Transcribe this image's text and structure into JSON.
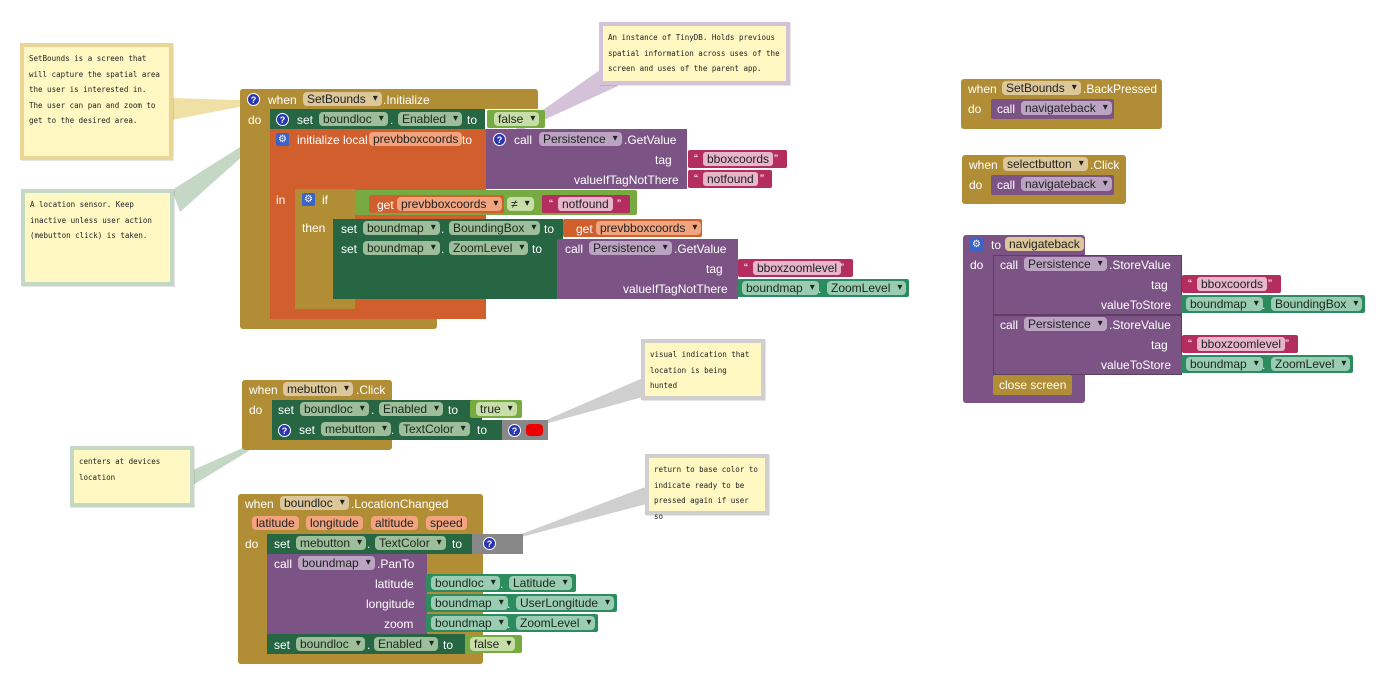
{
  "colors": {
    "control": "#b18e35",
    "component_setter": "#266643",
    "procedure_call": "#7c5385",
    "local_variable": "#d05f2d",
    "logic": "#77ab41",
    "text": "#b32d5e",
    "component_getter": "#2d8c5d",
    "color_value": "#ee0000",
    "help_icon": "#2a35b0",
    "mutator_icon": "#3d63c9"
  },
  "icons": {
    "help": "question-mark-icon",
    "mutator": "gear-icon",
    "dropdown": "chevron-down-icon"
  },
  "comments": {
    "setbounds": "SetBounds is a screen that will capture the spatial area the user is interested in. The user can pan and zoom to get to the desired area.",
    "location_sensor": "A location sensor.  Keep inactive unless user action (mebutton click) is taken.",
    "tinydb": "An instance of TinyDB.  Holds previous spatial information across uses of the screen and uses of the parent app.",
    "visual_indication": "visual indication that location is being hunted",
    "centers": "centers at devices location",
    "return_base": "return to base color to indicate ready to be pressed again if user so"
  },
  "initialize_block": {
    "when": "when",
    "component": "SetBounds",
    "event": ".Initialize",
    "do": "do",
    "set1": {
      "set": "set",
      "component": "boundloc",
      "dot": ".",
      "property": "Enabled",
      "to": "to",
      "value": "false"
    },
    "init_local": {
      "label": "initialize local",
      "var": "prevbboxcoords",
      "to": "to",
      "call": "call",
      "db": "Persistence",
      "method": ".GetValue",
      "tag_label": "tag",
      "tag_value": "bboxcoords",
      "notthere_label": "valueIfTagNotThere",
      "notthere_value": "notfound"
    },
    "in": "in",
    "if": "if",
    "get": "get",
    "get_var": "prevbboxcoords",
    "op": "≠",
    "compare_value": "notfound",
    "then": "then",
    "set2": {
      "set": "set",
      "component": "boundmap",
      "dot": ".",
      "property": "BoundingBox",
      "to": "to",
      "get": "get",
      "var": "prevbboxcoords"
    },
    "set3": {
      "set": "set",
      "component": "boundmap",
      "dot": ".",
      "property": "ZoomLevel",
      "to": "to",
      "call": "call",
      "db": "Persistence",
      "method": ".GetValue",
      "tag_label": "tag",
      "tag_value": "bboxzoomlevel",
      "notthere_label": "valueIfTagNotThere",
      "notthere_component": "boundmap",
      "notthere_property": "ZoomLevel"
    }
  },
  "mebutton_block": {
    "when": "when",
    "component": "mebutton",
    "event": ".Click",
    "do": "do",
    "set1": {
      "set": "set",
      "component": "boundloc",
      "dot": ".",
      "property": "Enabled",
      "to": "to",
      "value": "true"
    },
    "set2": {
      "set": "set",
      "component": "mebutton",
      "dot": ".",
      "property": "TextColor",
      "to": "to"
    }
  },
  "location_block": {
    "when": "when",
    "component": "boundloc",
    "event": ".LocationChanged",
    "params": [
      "latitude",
      "longitude",
      "altitude",
      "speed"
    ],
    "do": "do",
    "set1": {
      "set": "set",
      "component": "mebutton",
      "dot": ".",
      "property": "TextColor",
      "to": "to"
    },
    "call": "call",
    "call_component": "boundmap",
    "call_method": ".PanTo",
    "latitude_label": "latitude",
    "latitude_component": "boundloc",
    "latitude_property": "Latitude",
    "longitude_label": "longitude",
    "longitude_component": "boundmap",
    "longitude_property": "UserLongitude",
    "zoom_label": "zoom",
    "zoom_component": "boundmap",
    "zoom_property": "ZoomLevel",
    "dot": ".",
    "set2": {
      "set": "set",
      "component": "boundloc",
      "dot": ".",
      "property": "Enabled",
      "to": "to",
      "value": "false"
    }
  },
  "backpressed_block": {
    "when": "when",
    "component": "SetBounds",
    "event": ".BackPressed",
    "do": "do",
    "call": "call",
    "proc": "navigateback"
  },
  "selectbutton_block": {
    "when": "when",
    "component": "selectbutton",
    "event": ".Click",
    "do": "do",
    "call": "call",
    "proc": "navigateback"
  },
  "procedure_block": {
    "to": "to",
    "name": "navigateback",
    "do": "do",
    "call1": {
      "call": "call",
      "db": "Persistence",
      "method": ".StoreValue",
      "tag_label": "tag",
      "tag_value": "bboxcoords",
      "value_label": "valueToStore",
      "component": "boundmap",
      "dot": ".",
      "property": "BoundingBox"
    },
    "call2": {
      "call": "call",
      "db": "Persistence",
      "method": ".StoreValue",
      "tag_label": "tag",
      "tag_value": "bboxzoomlevel",
      "value_label": "valueToStore",
      "component": "boundmap",
      "dot": ".",
      "property": "ZoomLevel"
    },
    "close": "close screen"
  },
  "quote": "“",
  "endquote": "”"
}
